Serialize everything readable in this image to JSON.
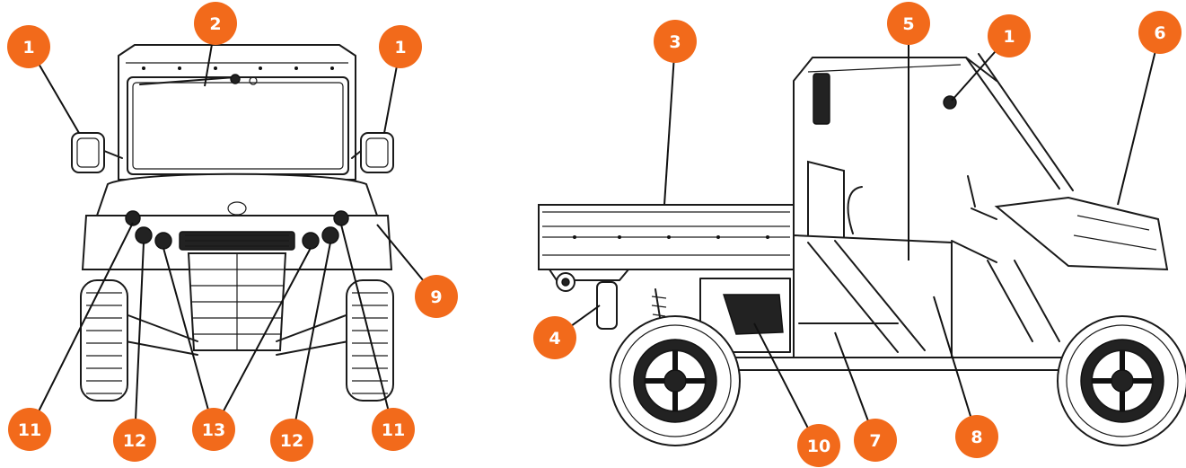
{
  "accent_color": "#f26a1b",
  "icons": [
    "side-mirror-icon",
    "wiper-icon",
    "cargo-bed-icon",
    "wheel-icon"
  ],
  "callouts": [
    {
      "id": "c1a",
      "label": "1"
    },
    {
      "id": "c2",
      "label": "2"
    },
    {
      "id": "c1b",
      "label": "1"
    },
    {
      "id": "c9",
      "label": "9"
    },
    {
      "id": "c11a",
      "label": "11"
    },
    {
      "id": "c12a",
      "label": "12"
    },
    {
      "id": "c13",
      "label": "13"
    },
    {
      "id": "c12b",
      "label": "12"
    },
    {
      "id": "c11b",
      "label": "11"
    },
    {
      "id": "c3",
      "label": "3"
    },
    {
      "id": "c5",
      "label": "5"
    },
    {
      "id": "c1c",
      "label": "1"
    },
    {
      "id": "c6",
      "label": "6"
    },
    {
      "id": "c4",
      "label": "4"
    },
    {
      "id": "c10",
      "label": "10"
    },
    {
      "id": "c7",
      "label": "7"
    },
    {
      "id": "c8",
      "label": "8"
    }
  ]
}
